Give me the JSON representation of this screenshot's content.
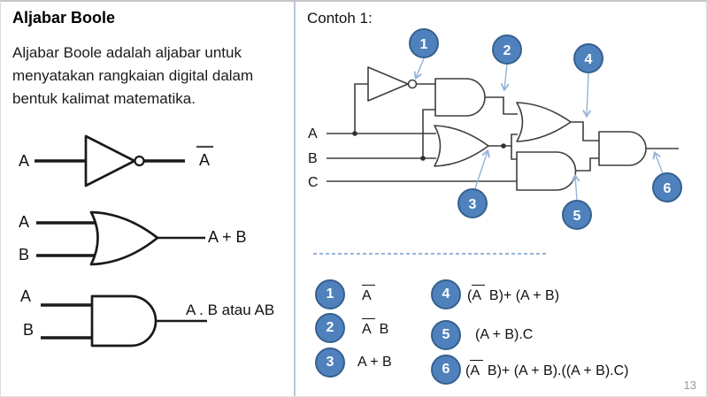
{
  "slide": {
    "page_number": "13",
    "left_panel": {
      "title": "Aljabar Boole",
      "paragraph_lines": [
        "Aljabar Boole adalah aljabar untuk",
        "menyatakan rangkaian digital dalam",
        "bentuk kalimat matematika."
      ],
      "not_gate": {
        "type": "NOT",
        "input": "A",
        "output": "A",
        "output_has_overline": true
      },
      "or_gate": {
        "type": "OR",
        "input_a": "A",
        "input_b": "B",
        "output_label": "A + B"
      },
      "and_gate": {
        "type": "AND",
        "input_a": "A",
        "input_b": "B",
        "output_label": "A . B atau AB"
      }
    },
    "right_panel": {
      "heading": "Contoh 1:",
      "circuit": {
        "inputs": [
          "A",
          "B",
          "C"
        ],
        "gates": [
          "NOT",
          "AND",
          "OR",
          "OR",
          "AND",
          "AND"
        ],
        "callout_numbers": [
          "1",
          "2",
          "3",
          "4",
          "5",
          "6"
        ]
      },
      "formulas": [
        {
          "num": "1",
          "segments": [
            {
              "t": "A ",
              "ov": true
            }
          ]
        },
        {
          "num": "2",
          "segments": [
            {
              "t": "A ",
              "ov": true
            },
            {
              "t": " B"
            }
          ]
        },
        {
          "num": "3",
          "segments": [
            {
              "t": "A + B"
            }
          ]
        },
        {
          "num": "4",
          "segments": [
            {
              "t": "("
            },
            {
              "t": "A ",
              "ov": true
            },
            {
              "t": " B)"
            },
            {
              "t": " + (A + B)"
            }
          ]
        },
        {
          "num": "5",
          "segments": [
            {
              "t": "(A + B).C"
            }
          ]
        },
        {
          "num": "6",
          "segments": [
            {
              "t": "("
            },
            {
              "t": "A ",
              "ov": true
            },
            {
              "t": " B)"
            },
            {
              "t": " + (A + B).((A + B).C)"
            }
          ]
        }
      ]
    },
    "colors": {
      "callout_fill": "#4f81bd",
      "callout_border": "#36618f",
      "arrow_blue": "#95b3d7",
      "divider": "#b9c8da",
      "page_number_gray": "#9a9a9a"
    }
  }
}
